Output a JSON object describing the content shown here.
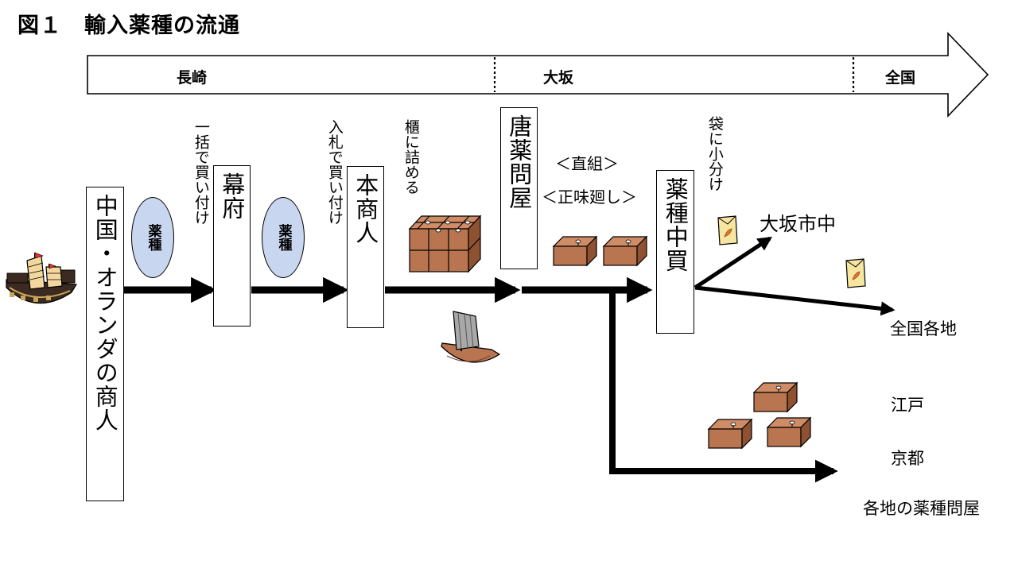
{
  "title": {
    "fig": "図１",
    "text": "輸入薬種の流通"
  },
  "timeline": {
    "nagasaki": "長崎",
    "osaka": "大坂",
    "zenkoku": "全国"
  },
  "boxes": {
    "chinese_dutch": "中国・オランダの商人",
    "bakufu": "幕府",
    "honshonin": "本商人",
    "karayaku": "唐薬問屋",
    "nakagai": "薬種中買"
  },
  "badges": {
    "yakushu": "薬種"
  },
  "annotations": {
    "bulk_buy": "一括で買い付け",
    "bid_buy": "入札で買い付け",
    "pack_chest": "櫃に詰める",
    "small_bags": "袋に小分け",
    "jikigumi": "＜直組＞",
    "shoumi": "＜正味廻し＞"
  },
  "destinations": {
    "osaka_city": "大坂市中",
    "nationwide": "全国各地",
    "edo": "江戸",
    "kyoto": "京都",
    "regional": "各地の薬種問屋"
  },
  "colors": {
    "wood": "#b87550",
    "wood_dark": "#7a4426",
    "badge": "#c8d6ef",
    "bag": "#f6e6a0",
    "sail": "#f4d79c"
  }
}
